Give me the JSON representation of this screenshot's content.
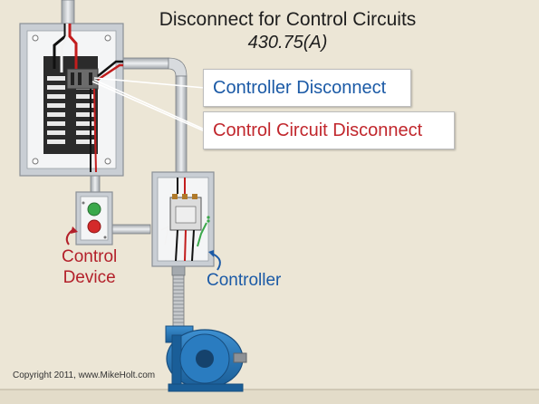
{
  "title": "Disconnect for Control Circuits",
  "subtitle": "430.75(A)",
  "callouts": {
    "controller_disconnect": "Controller Disconnect",
    "control_circuit_disconnect": "Control Circuit Disconnect"
  },
  "labels": {
    "control_device_line1": "Control",
    "control_device_line2": "Device",
    "controller": "Controller"
  },
  "copyright": "Copyright 2011, www.MikeHolt.com",
  "colors": {
    "background": "#ece6d6",
    "blue_text": "#1b5aa6",
    "red_text": "#c1272d",
    "panel_gray": "#c9ced4",
    "motor_blue": "#1f73b7",
    "start_button_green": "#3aa84a",
    "stop_button_red": "#d42a2a"
  }
}
